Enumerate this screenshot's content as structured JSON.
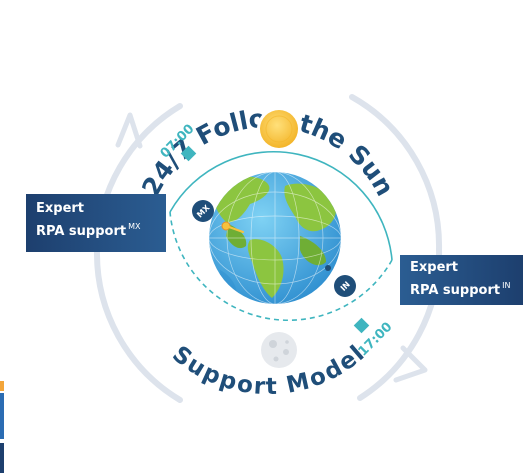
{
  "title_top": "24/7 Follow the Sun",
  "title_bottom": "Support Model",
  "times": {
    "morning": "07:00",
    "evening": "17:00"
  },
  "badges": {
    "mx": "MX",
    "in": "IN"
  },
  "panels": {
    "mx": {
      "line1": "Expert",
      "line2": "RPA support",
      "sup": "MX"
    },
    "in": {
      "line1": "Expert",
      "line2": "RPA support",
      "sup": "IN"
    }
  },
  "icons": {
    "day": "sun-icon",
    "night": "moon-icon",
    "center": "globe-icon"
  },
  "colors": {
    "navy": "#1f4e79",
    "teal": "#3fb5bf",
    "ring": "#dde3ec",
    "sun": "#f6c23e",
    "moon": "#e3e6ea"
  }
}
